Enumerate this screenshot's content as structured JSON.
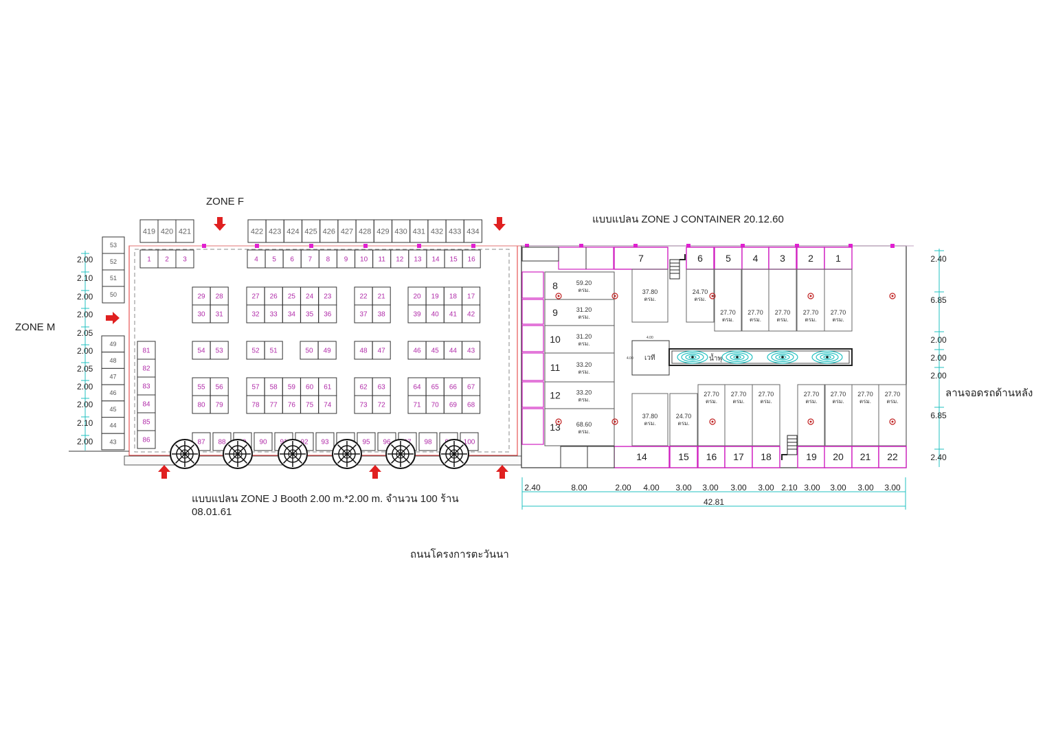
{
  "labels": {
    "zone_f": "ZONE  F",
    "zone_m": "ZONE M",
    "plan_title_left": "แบบแปลน  ZONE  J   Booth 2.00 m.*2.00 m. จำนวน 100 ร้าน",
    "plan_date_left": "08.01.61",
    "plan_title_right": "แบบแปลน  ZONE  J   CONTAINER    20.12.60",
    "road": "ถนนโครงการตะวันนา",
    "parking": "ลานจอดรถด้านหลัง",
    "stage": "เวที",
    "water": "น้ำพุ",
    "stage_dim": "4.00",
    "unit": "ตรม."
  },
  "zone_f_booths": [
    "419",
    "420",
    "421",
    "422",
    "423",
    "424",
    "425",
    "426",
    "427",
    "428",
    "429",
    "430",
    "431",
    "432",
    "433",
    "434"
  ],
  "zone_m_booths_top": [
    "53",
    "52",
    "51",
    "50"
  ],
  "zone_m_booths_bottom": [
    "49",
    "48",
    "47",
    "46",
    "45",
    "44",
    "43"
  ],
  "left_dims": [
    "2.00",
    "2.10",
    "2.00",
    "2.00",
    "2.05",
    "2.00",
    "2.05",
    "2.00",
    "2.00",
    "2.10",
    "2.00"
  ],
  "booth_rows": {
    "r1": [
      "1",
      "2",
      "3",
      "4",
      "5",
      "6",
      "7",
      "8",
      "9",
      "10",
      "11",
      "12",
      "13",
      "14",
      "15",
      "16"
    ],
    "r2": [
      "29",
      "28",
      "27",
      "26",
      "25",
      "24",
      "23",
      "22",
      "21",
      "20",
      "19",
      "18",
      "17"
    ],
    "r3": [
      "30",
      "31",
      "32",
      "33",
      "34",
      "35",
      "36",
      "37",
      "38",
      "39",
      "40",
      "41",
      "42"
    ],
    "r4": [
      "54",
      "53",
      "52",
      "51",
      "50",
      "49",
      "48",
      "47",
      "46",
      "45",
      "44",
      "43"
    ],
    "r5": [
      "55",
      "56",
      "57",
      "58",
      "59",
      "60",
      "61",
      "62",
      "63",
      "64",
      "65",
      "66",
      "67"
    ],
    "r6": [
      "80",
      "79",
      "78",
      "77",
      "76",
      "75",
      "74",
      "73",
      "72",
      "71",
      "70",
      "69",
      "68"
    ],
    "r7": [
      "87",
      "88",
      "89",
      "90",
      "91",
      "92",
      "93",
      "94",
      "95",
      "96",
      "97",
      "98",
      "99",
      "100"
    ],
    "col": [
      "81",
      "82",
      "83",
      "84",
      "85",
      "86"
    ]
  },
  "container": {
    "top_units": [
      "7",
      "6",
      "5",
      "4",
      "3",
      "2",
      "1"
    ],
    "left_units": [
      {
        "num": "8",
        "area": "59.20"
      },
      {
        "num": "9",
        "area": "31.20"
      },
      {
        "num": "10",
        "area": "31.20"
      },
      {
        "num": "11",
        "area": "33.20"
      },
      {
        "num": "12",
        "area": "33.20"
      },
      {
        "num": "13",
        "area": "68.60"
      }
    ],
    "bottom_units": [
      "14",
      "15",
      "16",
      "17",
      "18",
      "19",
      "20",
      "21",
      "22"
    ],
    "upper_areas": [
      "37.80",
      "24.70",
      "27.70",
      "27.70",
      "27.70",
      "27.70",
      "27.70"
    ],
    "lower_areas": [
      "37.80",
      "24.70",
      "27.70",
      "27.70",
      "27.70",
      "27.70",
      "27.70",
      "27.70",
      "27.70"
    ],
    "bottom_dims": [
      "2.40",
      "8.00",
      "2.00",
      "4.00",
      "3.00",
      "3.00",
      "3.00",
      "3.00",
      "2.10",
      "3.00",
      "3.00",
      "3.00",
      "3.00"
    ],
    "total_width": "42.81",
    "right_dims": [
      "2.40",
      "6.85",
      "2.00",
      "2.00",
      "2.00",
      "6.85",
      "2.40"
    ]
  }
}
